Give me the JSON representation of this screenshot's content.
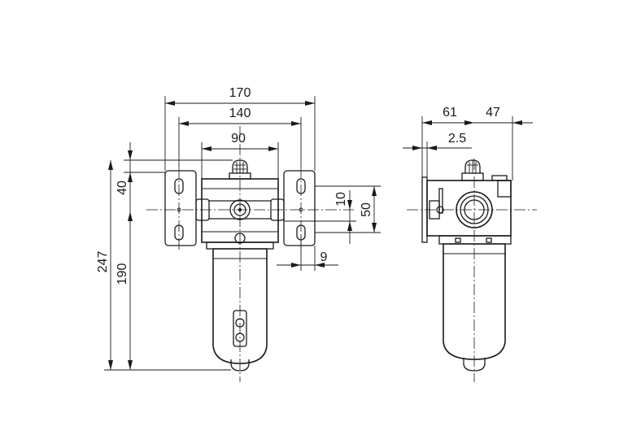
{
  "dimensions": {
    "width_170": "170",
    "width_140": "140",
    "width_90": "90",
    "height_40": "40",
    "height_247": "247",
    "height_190": "190",
    "height_10": "10",
    "height_50": "50",
    "gap_9": "9",
    "side_61": "61",
    "side_47": "47",
    "side_2_5": "2.5"
  },
  "colors": {
    "line": "#1a1a1a",
    "background": "#ffffff"
  }
}
